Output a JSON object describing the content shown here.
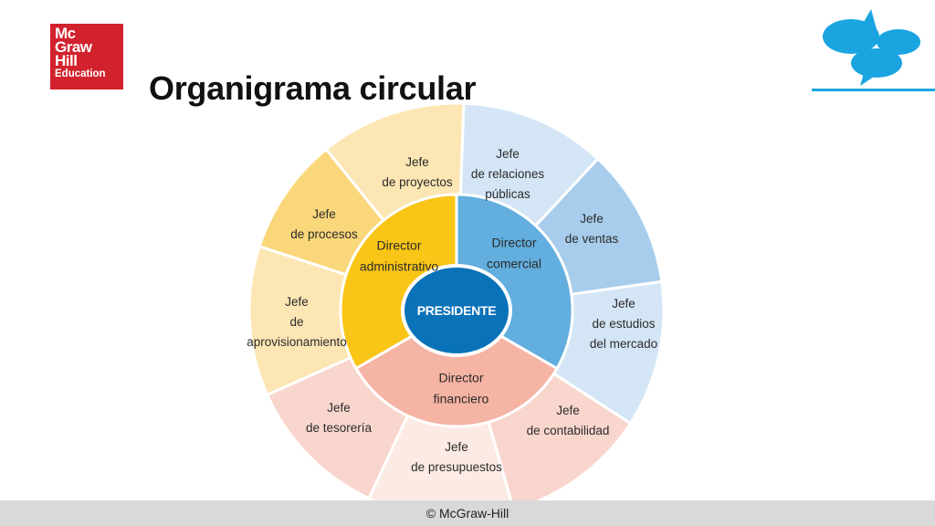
{
  "logo": {
    "line1": "Mc",
    "line2": "Graw",
    "line3": "Hill",
    "line4": "Education"
  },
  "title": "Organigrama circular",
  "footer": "© McGraw-Hill",
  "colors": {
    "admin_mid": "#f9c516",
    "admin_outer": "#fad77a",
    "admin_outer_light": "#fce6b4",
    "comercial_mid": "#62aede",
    "comercial_outer": "#a8cdec",
    "comercial_outer_light": "#d4e6f6",
    "financiero_mid": "#f5b4a4",
    "financiero_outer": "#f9d6cd",
    "financiero_outer_light": "#fceae4",
    "center": "#0a72b8",
    "accent": "#1aa5e0"
  },
  "diagram": {
    "center": "PRESIDENTE",
    "directors": [
      {
        "id": "administrativo",
        "lines": [
          "Director",
          "administrativo"
        ]
      },
      {
        "id": "comercial",
        "lines": [
          "Director",
          "comercial"
        ]
      },
      {
        "id": "financiero",
        "lines": [
          "Director",
          "financiero"
        ]
      }
    ],
    "outer": [
      {
        "id": "proyectos",
        "lines": [
          "Jefe",
          "de proyectos"
        ]
      },
      {
        "id": "relaciones",
        "lines": [
          "Jefe",
          "de relaciones",
          "públicas"
        ]
      },
      {
        "id": "ventas",
        "lines": [
          "Jefe",
          "de ventas"
        ]
      },
      {
        "id": "estudios",
        "lines": [
          "Jefe",
          "de estudios",
          "del mercado"
        ]
      },
      {
        "id": "contabilidad",
        "lines": [
          "Jefe",
          "de contabilidad"
        ]
      },
      {
        "id": "presupuestos",
        "lines": [
          "Jefe",
          "de presupuestos"
        ]
      },
      {
        "id": "tesoreria",
        "lines": [
          "Jefe",
          "de tesorería"
        ]
      },
      {
        "id": "aprovisionamiento",
        "lines": [
          "Jefe",
          "de",
          "aprovisionamiento"
        ]
      },
      {
        "id": "procesos",
        "lines": [
          "Jefe",
          "de procesos"
        ]
      }
    ]
  }
}
